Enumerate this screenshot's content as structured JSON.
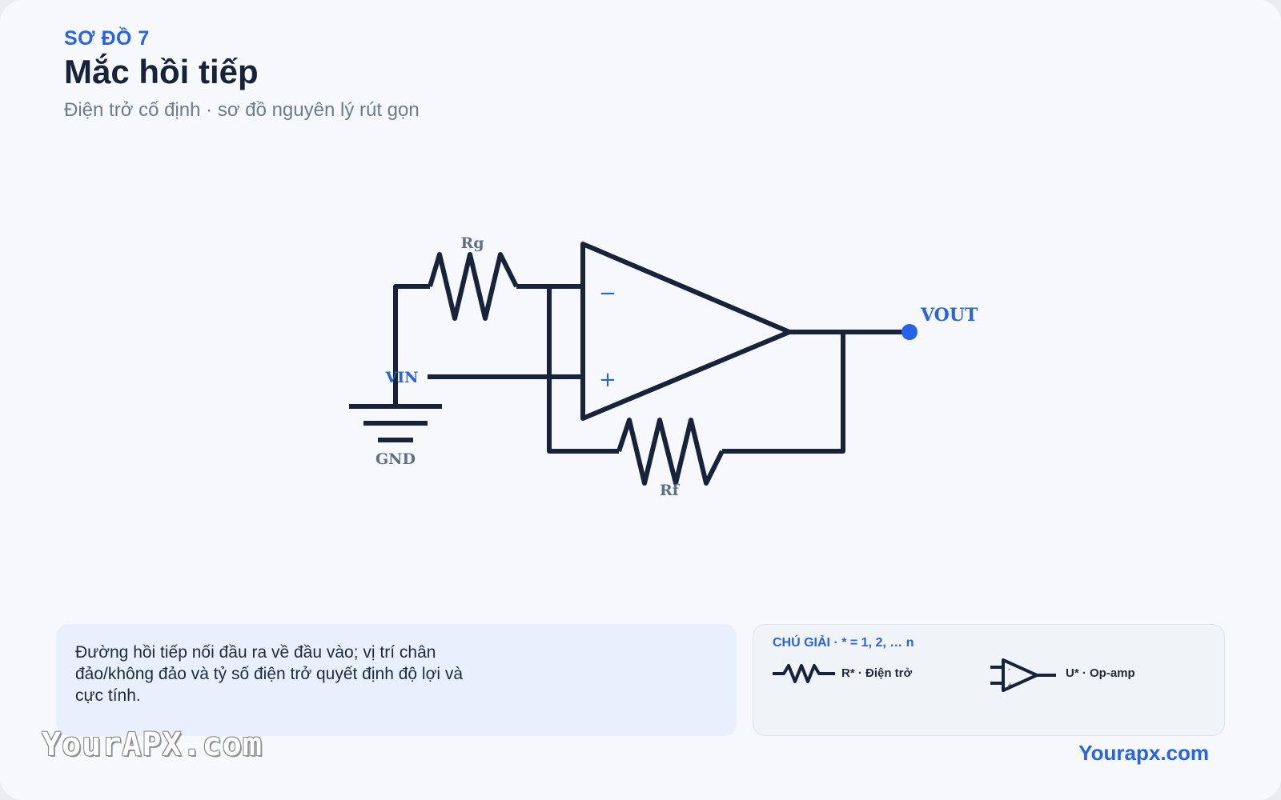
{
  "header": {
    "kicker": "SƠ ĐỒ 7",
    "title": "Mắc hồi tiếp",
    "subtitle": "Điện trở cố định · sơ đồ nguyên lý rút gọn"
  },
  "diagram": {
    "labels": {
      "rg": "Rg",
      "rf": "Rf",
      "vin": "VIN",
      "vout": "VOUT",
      "gnd": "GND",
      "minus": "−",
      "plus": "+"
    },
    "colors": {
      "wire": "#17233a",
      "accent": "#2563eb",
      "label_muted": "#5f6f86"
    }
  },
  "note": {
    "text": "Đường hồi tiếp nối đầu ra về đầu vào; vị trí chân đảo/không đảo và tỷ số điện trở quyết định độ lợi và cực tính."
  },
  "legend": {
    "title": "CHÚ GIẢI · * = 1, 2, … n",
    "items": [
      {
        "icon": "resistor-icon",
        "label": "R* · Điện trở"
      },
      {
        "icon": "opamp-icon",
        "label": "U* · Op-amp"
      }
    ]
  },
  "footer": {
    "watermark": "YourAPX.com",
    "brand": "Yourapx.com"
  }
}
